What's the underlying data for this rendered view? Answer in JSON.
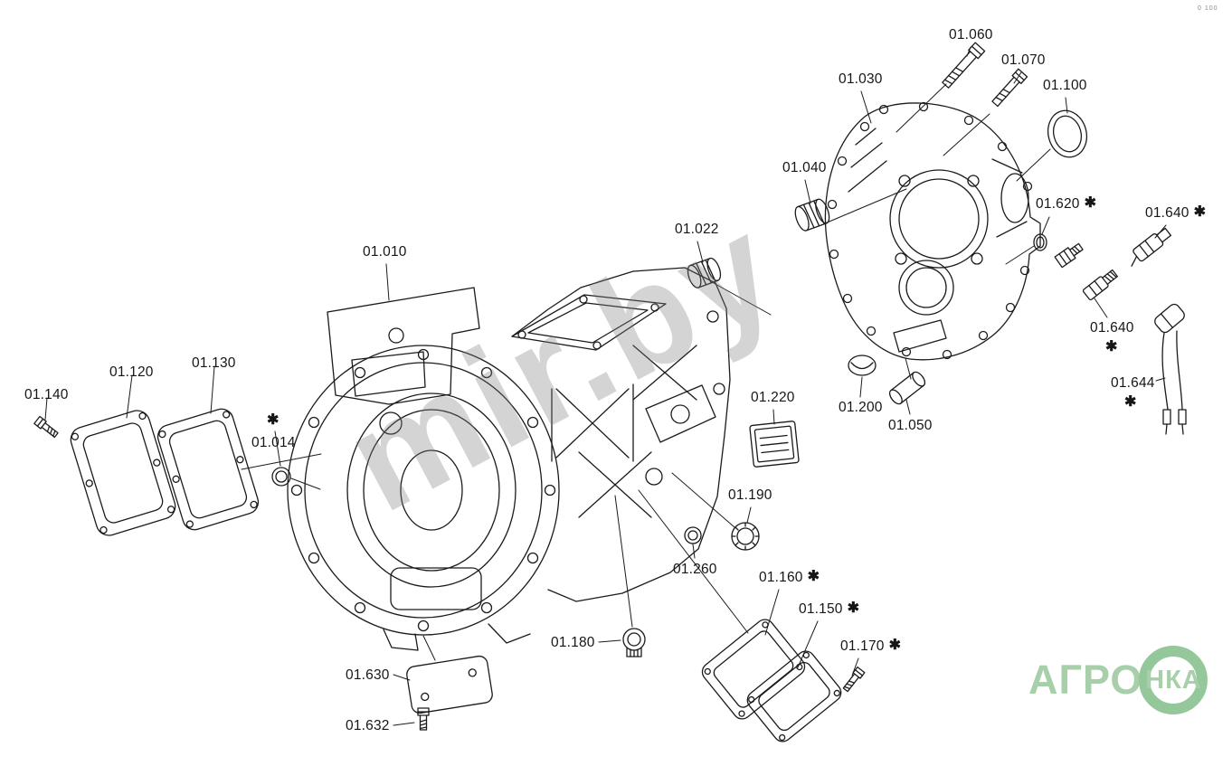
{
  "page": {
    "watermark": "mir.by",
    "corner_mark": "0 100"
  },
  "marks": {
    "asterisk": "✱"
  },
  "logo": {
    "word": "АГРО",
    "circle_word": "НКА",
    "accent_color": "#a7cfaa"
  },
  "parts": {
    "p010": "01.010",
    "p014": "01.014",
    "p022": "01.022",
    "p030": "01.030",
    "p040": "01.040",
    "p050": "01.050",
    "p060": "01.060",
    "p070": "01.070",
    "p100": "01.100",
    "p120": "01.120",
    "p130": "01.130",
    "p140": "01.140",
    "p150": "01.150",
    "p160": "01.160",
    "p170": "01.170",
    "p180": "01.180",
    "p190": "01.190",
    "p200": "01.200",
    "p220": "01.220",
    "p260": "01.260",
    "p620": "01.620",
    "p630": "01.630",
    "p632": "01.632",
    "p640_upper": "01.640",
    "p640_lower": "01.640",
    "p644": "01.644"
  }
}
